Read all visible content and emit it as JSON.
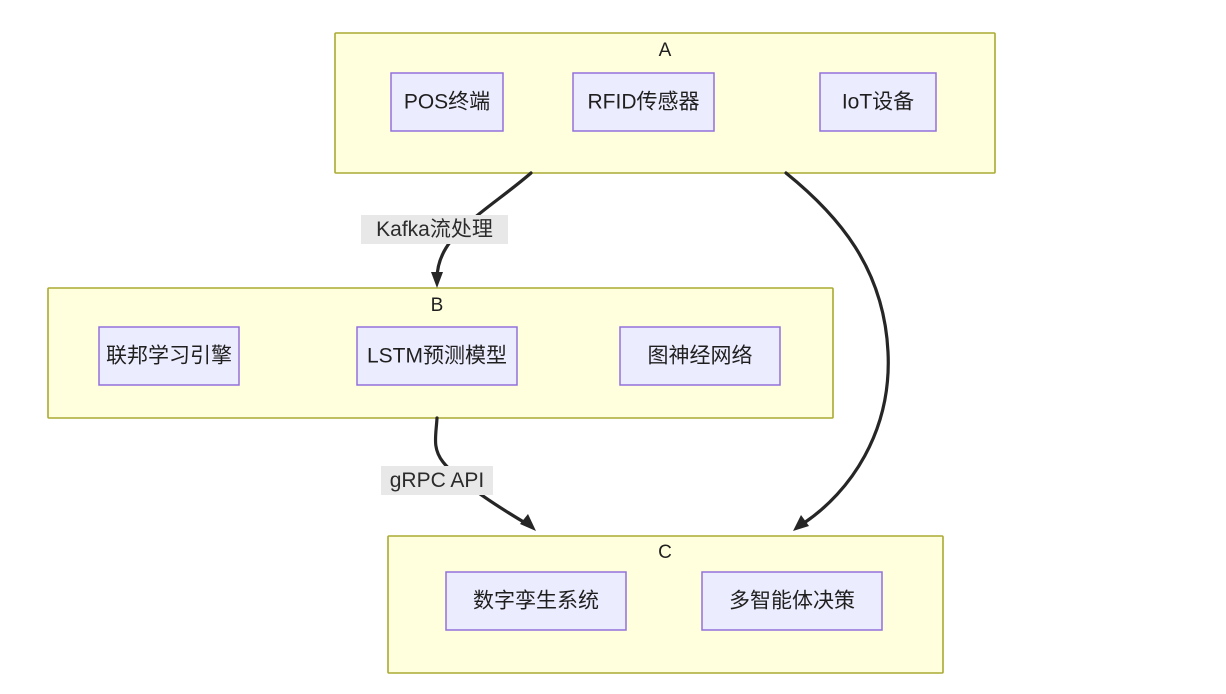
{
  "diagram": {
    "type": "flowchart",
    "direction": "top-to-bottom",
    "background_color": "#ffffff",
    "cluster_fill": "#ffffde",
    "cluster_stroke": "#aaaa33",
    "node_fill": "#ececff",
    "node_stroke": "#9370db",
    "edge_color": "#262626",
    "edge_label_bg": "#e8e8e8",
    "clusters": [
      {
        "id": "A",
        "label": "A",
        "nodes": [
          {
            "id": "pos",
            "label": "POS终端"
          },
          {
            "id": "rfid",
            "label": "RFID传感器"
          },
          {
            "id": "iot",
            "label": "IoT设备"
          }
        ]
      },
      {
        "id": "B",
        "label": "B",
        "nodes": [
          {
            "id": "federated",
            "label": "联邦学习引擎"
          },
          {
            "id": "lstm",
            "label": "LSTM预测模型"
          },
          {
            "id": "gnn",
            "label": "图神经网络"
          }
        ]
      },
      {
        "id": "C",
        "label": "C",
        "nodes": [
          {
            "id": "twin",
            "label": "数字孪生系统"
          },
          {
            "id": "agents",
            "label": "多智能体决策"
          }
        ]
      }
    ],
    "edges": [
      {
        "id": "edge-rfid-b",
        "from": "rfid",
        "to": "B",
        "label": "Kafka流处理"
      },
      {
        "id": "edge-iot-c",
        "from": "iot",
        "to": "C",
        "label": ""
      },
      {
        "id": "edge-lstm-c",
        "from": "lstm",
        "to": "C",
        "label": "gRPC API"
      }
    ]
  }
}
